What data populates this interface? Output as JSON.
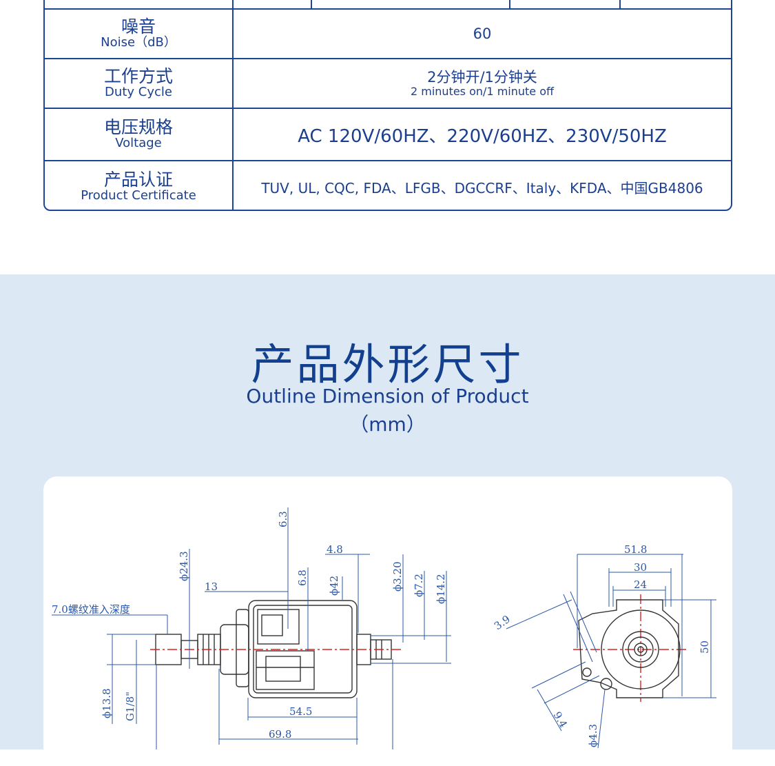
{
  "spec_table": {
    "rows": [
      {
        "zh": "噪音",
        "en": "Noise（dB）",
        "value": "60",
        "value_en": ""
      },
      {
        "zh": "工作方式",
        "en": "Duty Cycle",
        "value": "2分钟开/1分钟关",
        "value_en": "2 minutes on/1 minute off"
      },
      {
        "zh": "电压规格",
        "en": "Voltage",
        "value": "AC 120V/60HZ、220V/60HZ、230V/50HZ",
        "value_en": ""
      },
      {
        "zh": "产品认证",
        "en": "Product Certificate",
        "value": "TUV, UL, CQC, FDA、LFGB、DGCCRF、Italy、KFDA、中国GB4806",
        "value_en": ""
      }
    ]
  },
  "section": {
    "title_zh": "产品外形尺寸",
    "title_en": "Outline Dimension of Product",
    "unit": "（mm）"
  },
  "drawing": {
    "side_view_labels": {
      "d6_3": "6.3",
      "d24_3": "ϕ24.3",
      "d13": "13",
      "d6_8": "6.8",
      "d42": "ϕ42",
      "d4_8": "4.8",
      "d3_20": "ϕ3.20",
      "d7_2": "ϕ7.2",
      "d14_2": "ϕ14.2",
      "thread_depth": "7.0螺纹准入深度",
      "d13_8": "ϕ13.8",
      "g18": "G1/8\"",
      "d54_5": "54.5",
      "d69_8": "69.8"
    },
    "end_view_labels": {
      "d51_8": "51.8",
      "d30": "30",
      "d24": "24",
      "d50": "50",
      "d3_9": "3.9",
      "d9_4": "9.4",
      "d4_3": "ϕ4.3"
    },
    "colors": {
      "line": "#333333",
      "dim": "#2a57a8",
      "center": "#e02020"
    }
  }
}
